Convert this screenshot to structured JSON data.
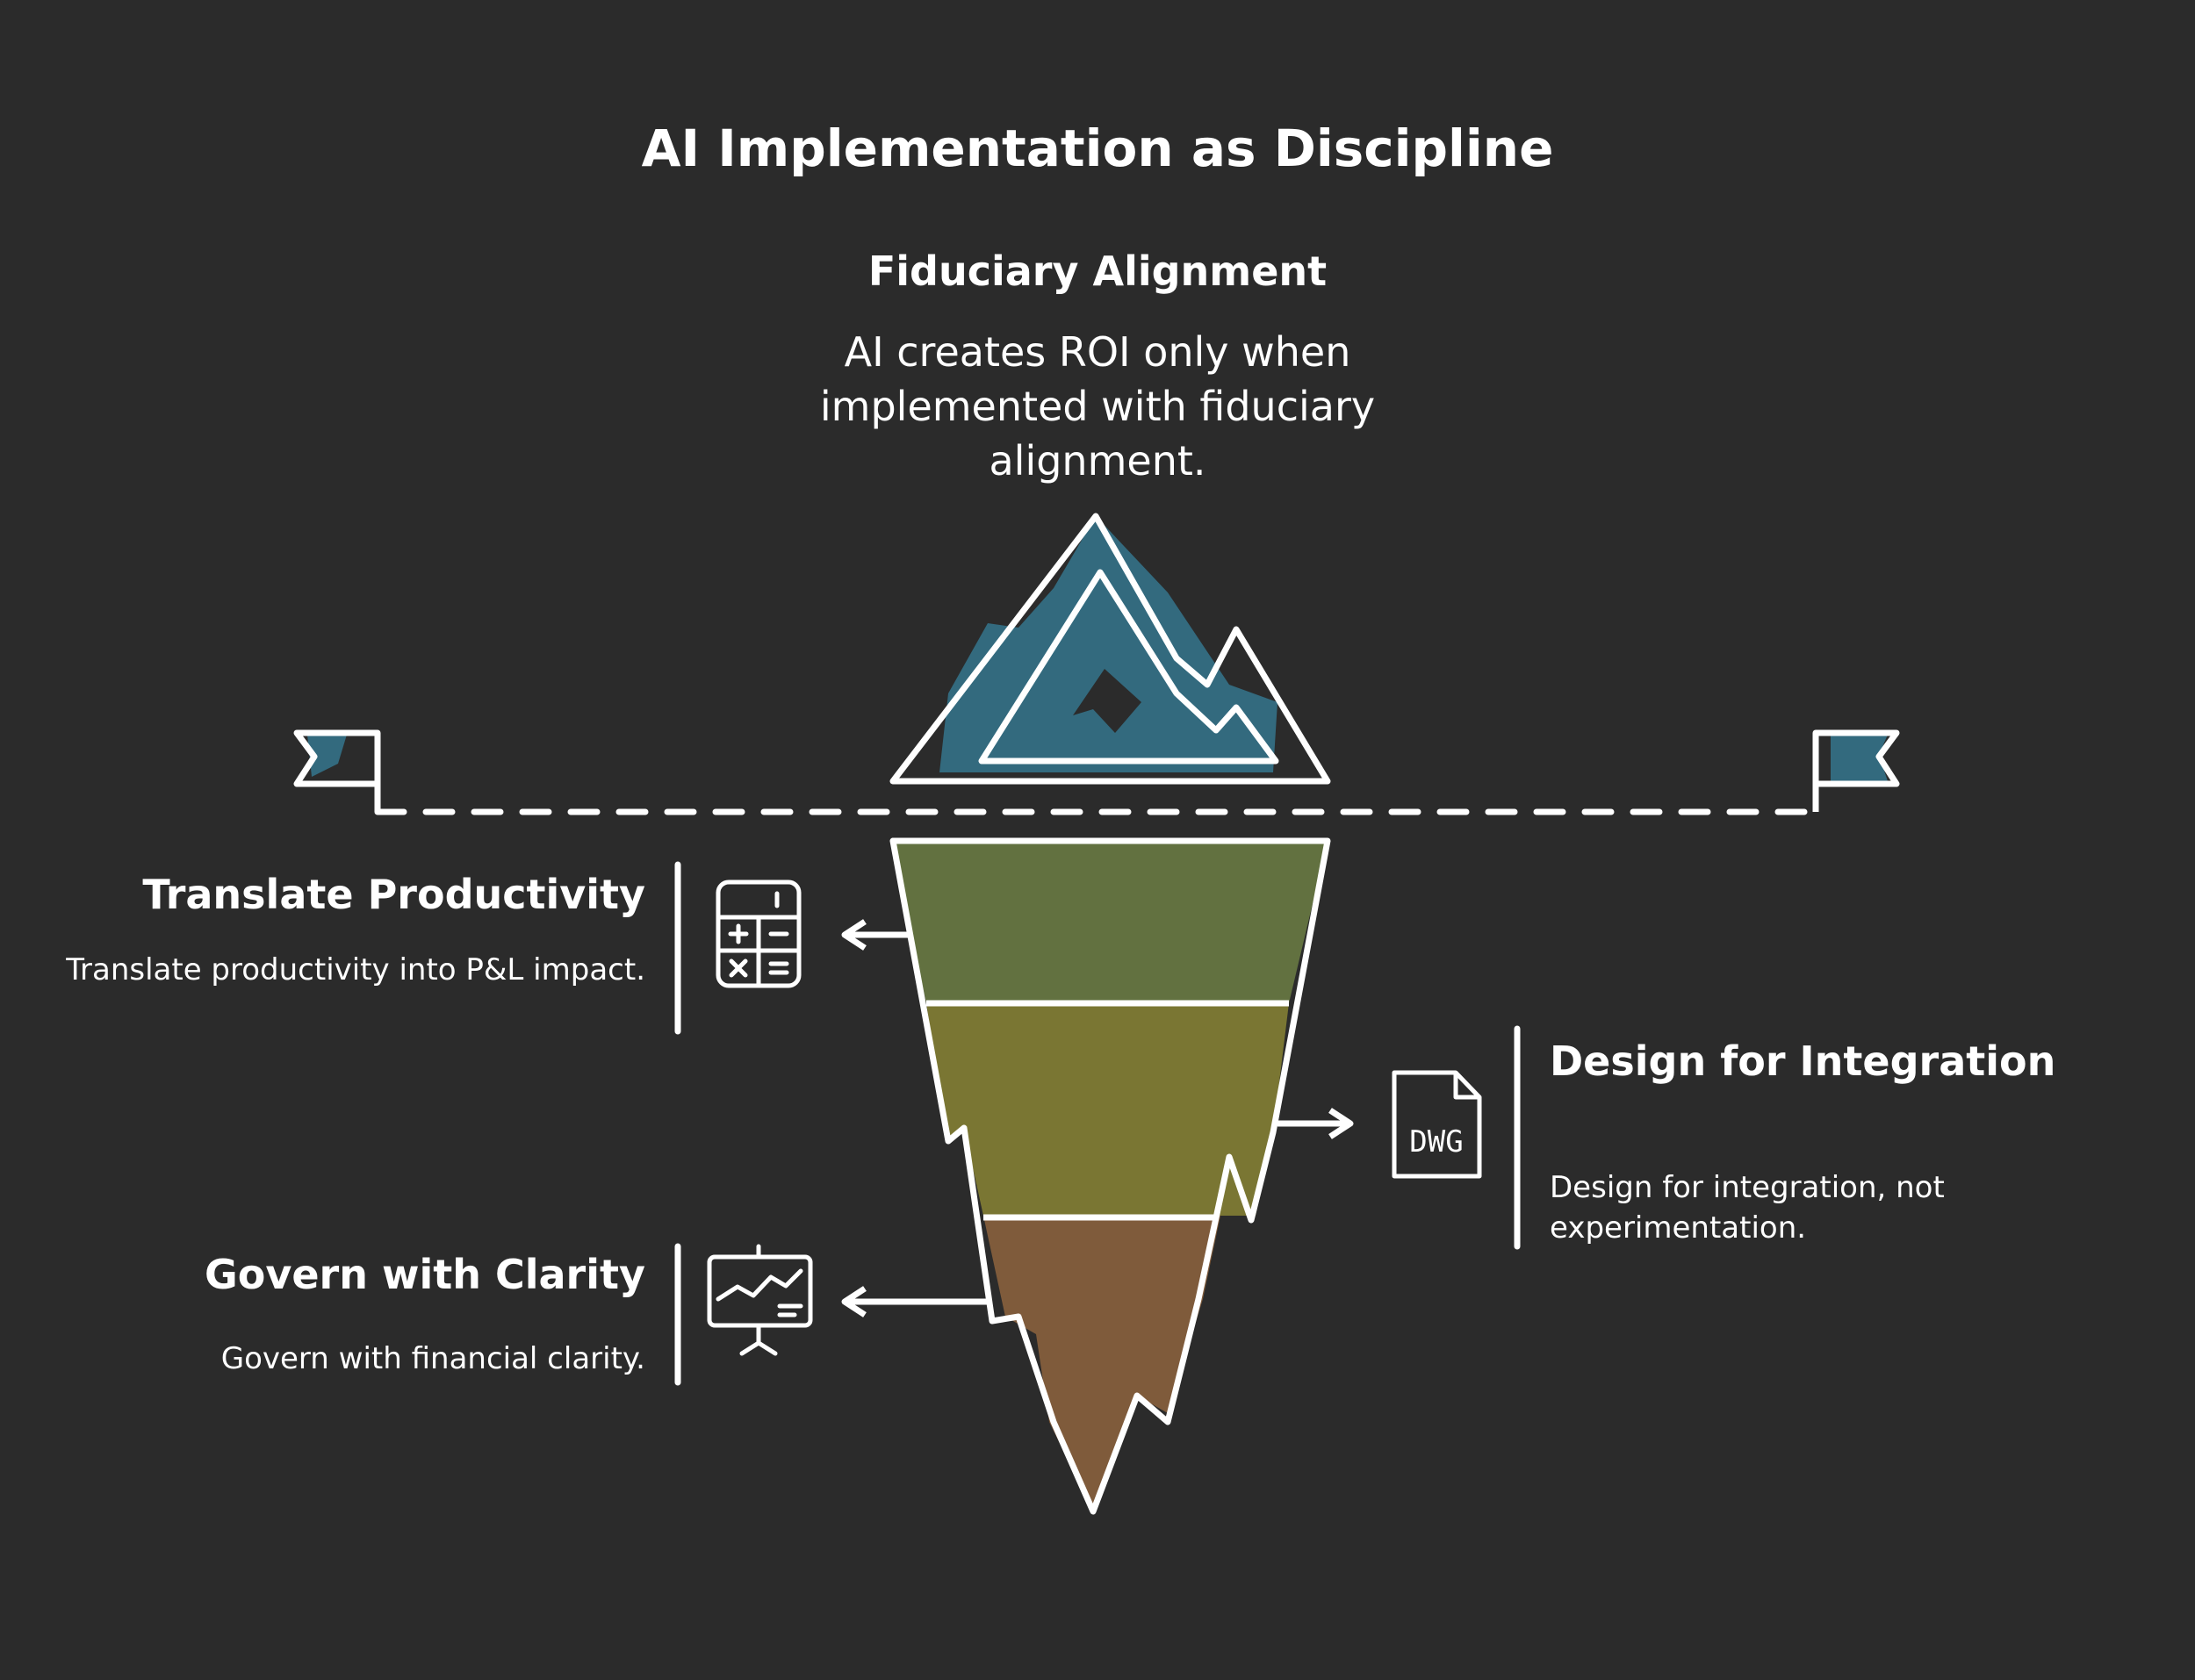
{
  "title": "AI Implementation as Discipline",
  "peak": {
    "heading": "Fiduciary Alignment",
    "description": "AI creates ROI only when implemented with fiduciary alignment."
  },
  "layers": [
    {
      "heading": "Translate Productivity",
      "description": "Translate productivity into P&L impact.",
      "icon": "calculator-icon",
      "side": "left",
      "color": "#627140"
    },
    {
      "heading": "Design for Integration",
      "description": "Design for integration, not experimentation.",
      "icon": "dwg-file-icon",
      "icon_text": "DWG",
      "side": "right",
      "color": "#7a7633"
    },
    {
      "heading": "Govern with Clarity",
      "description": "Govern with financial clarity.",
      "icon": "presentation-chart-icon",
      "side": "left",
      "color": "#7f5b3b"
    }
  ],
  "colors": {
    "background": "#2b2b2b",
    "peak": "#336a7e",
    "stroke": "#ffffff"
  }
}
